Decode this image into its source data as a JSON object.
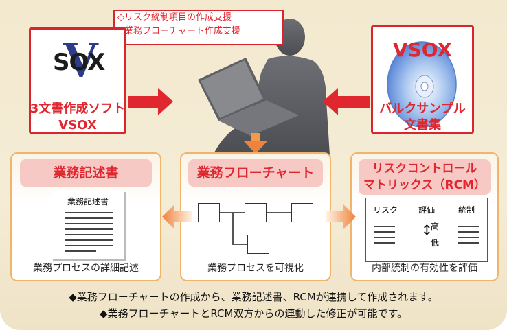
{
  "callout": {
    "line1": "◇リスク統制項目の作成支援",
    "line2": "◇業務フローチャート作成支援"
  },
  "left_product": {
    "logo_text": "SOX",
    "logo_letter": "V",
    "label_line1": "3文書作成ソフト",
    "label_line2": "VSOX"
  },
  "right_product": {
    "disc_text": "VSOX",
    "label_line1": "バルクサンプル",
    "label_line2": "文書集"
  },
  "cards": [
    {
      "title": "業務記述書",
      "doc_heading": "業務記述書",
      "footer": "業務プロセスの詳細記述"
    },
    {
      "title": "業務フローチャート",
      "footer": "業務プロセスを可視化"
    },
    {
      "title_line1": "リスクコントロール",
      "title_line2": "マトリックス（RCM）",
      "columns": [
        "リスク",
        "評価",
        "統制"
      ],
      "high": "高",
      "low": "低",
      "footer": "内部統制の有効性を評価"
    }
  ],
  "bottom": {
    "line1": "◆業務フローチャートの作成から、業務記述書、RCMが連携して作成されます。",
    "line2": "◆業務フローチャートとRCM双方からの連動した修正が可能です。"
  },
  "colors": {
    "accent_red": "#e0262f",
    "card_border": "#f0b56b",
    "title_pink": "#f7c9c4",
    "background": "#f3e9cf"
  }
}
